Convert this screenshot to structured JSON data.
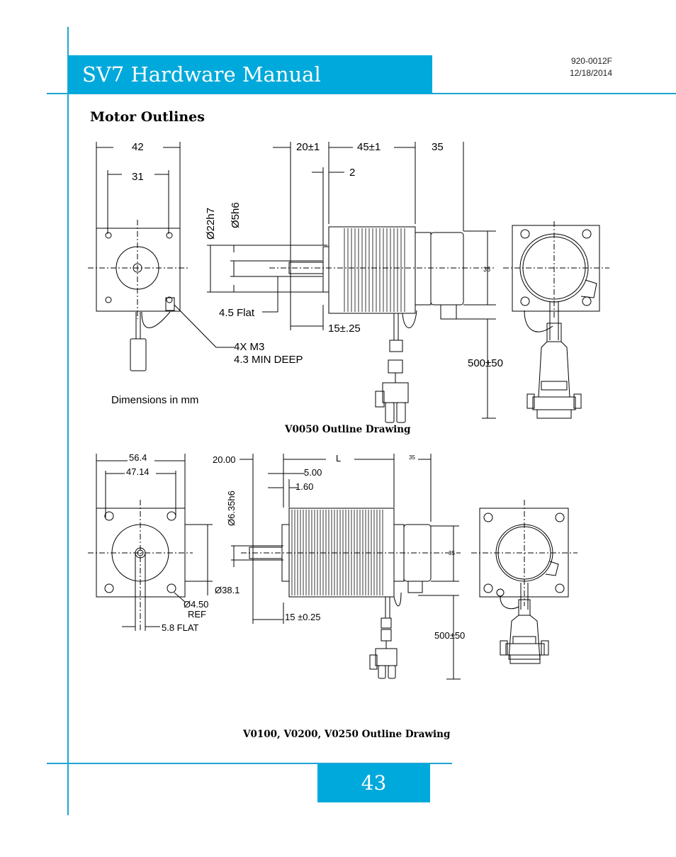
{
  "header": {
    "title": "SV7 Hardware Manual",
    "doc_number": "920-0012F",
    "date": "12/18/2014"
  },
  "section": {
    "heading": "Motor Outlines"
  },
  "drawing1": {
    "caption": "V0050 Outline Drawing",
    "dim_42": "42",
    "dim_31": "31",
    "dim_20": "20±1",
    "dim_45": "45±1",
    "dim_35": "35",
    "dim_2": "2",
    "dim_d22": "Ø22h7",
    "dim_d5": "Ø5h6",
    "dim_flat": "4.5 Flat",
    "dim_15": "15±.25",
    "dim_m3": "4X M3",
    "dim_deep": "4.3 MIN DEEP",
    "dim_500": "500±50",
    "dim_35_small": "35",
    "note": "Dimensions in mm"
  },
  "drawing2": {
    "caption": "V0100, V0200, V0250 Outline Drawing",
    "dim_56": "56.4",
    "dim_47": "47.14",
    "dim_20": "20.00",
    "dim_L": "L",
    "dim_35_top": "35",
    "dim_5": "5.00",
    "dim_160": "1.60",
    "dim_d635": "Ø6.35h6",
    "dim_d381": "Ø38.1",
    "dim_d450": "Ø4.50",
    "dim_ref": "REF",
    "dim_flat": "5.8 FLAT",
    "dim_15": "15 ±0.25",
    "dim_500": "500±50",
    "dim_35_small": "35"
  },
  "page": {
    "number": "43"
  }
}
